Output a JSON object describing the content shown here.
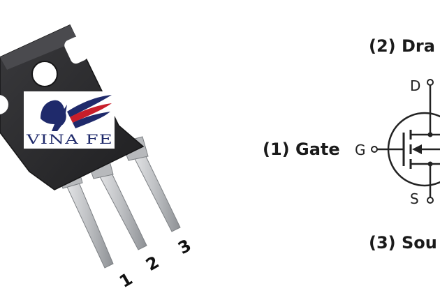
{
  "logo": {
    "text": "VINA FE"
  },
  "package": {
    "pin_numbers": [
      "1",
      "2",
      "3"
    ]
  },
  "symbol": {
    "label_gate": "(1) Gate",
    "label_drain": "(2) Dra",
    "label_source": "(3) Sou",
    "terminal_g": "G",
    "terminal_d": "D",
    "terminal_s": "S"
  },
  "colors": {
    "body": "#2c2c2e",
    "leads": "#c9cbce",
    "logo_blue": "#1f2a6b",
    "logo_red": "#c81e2a"
  }
}
